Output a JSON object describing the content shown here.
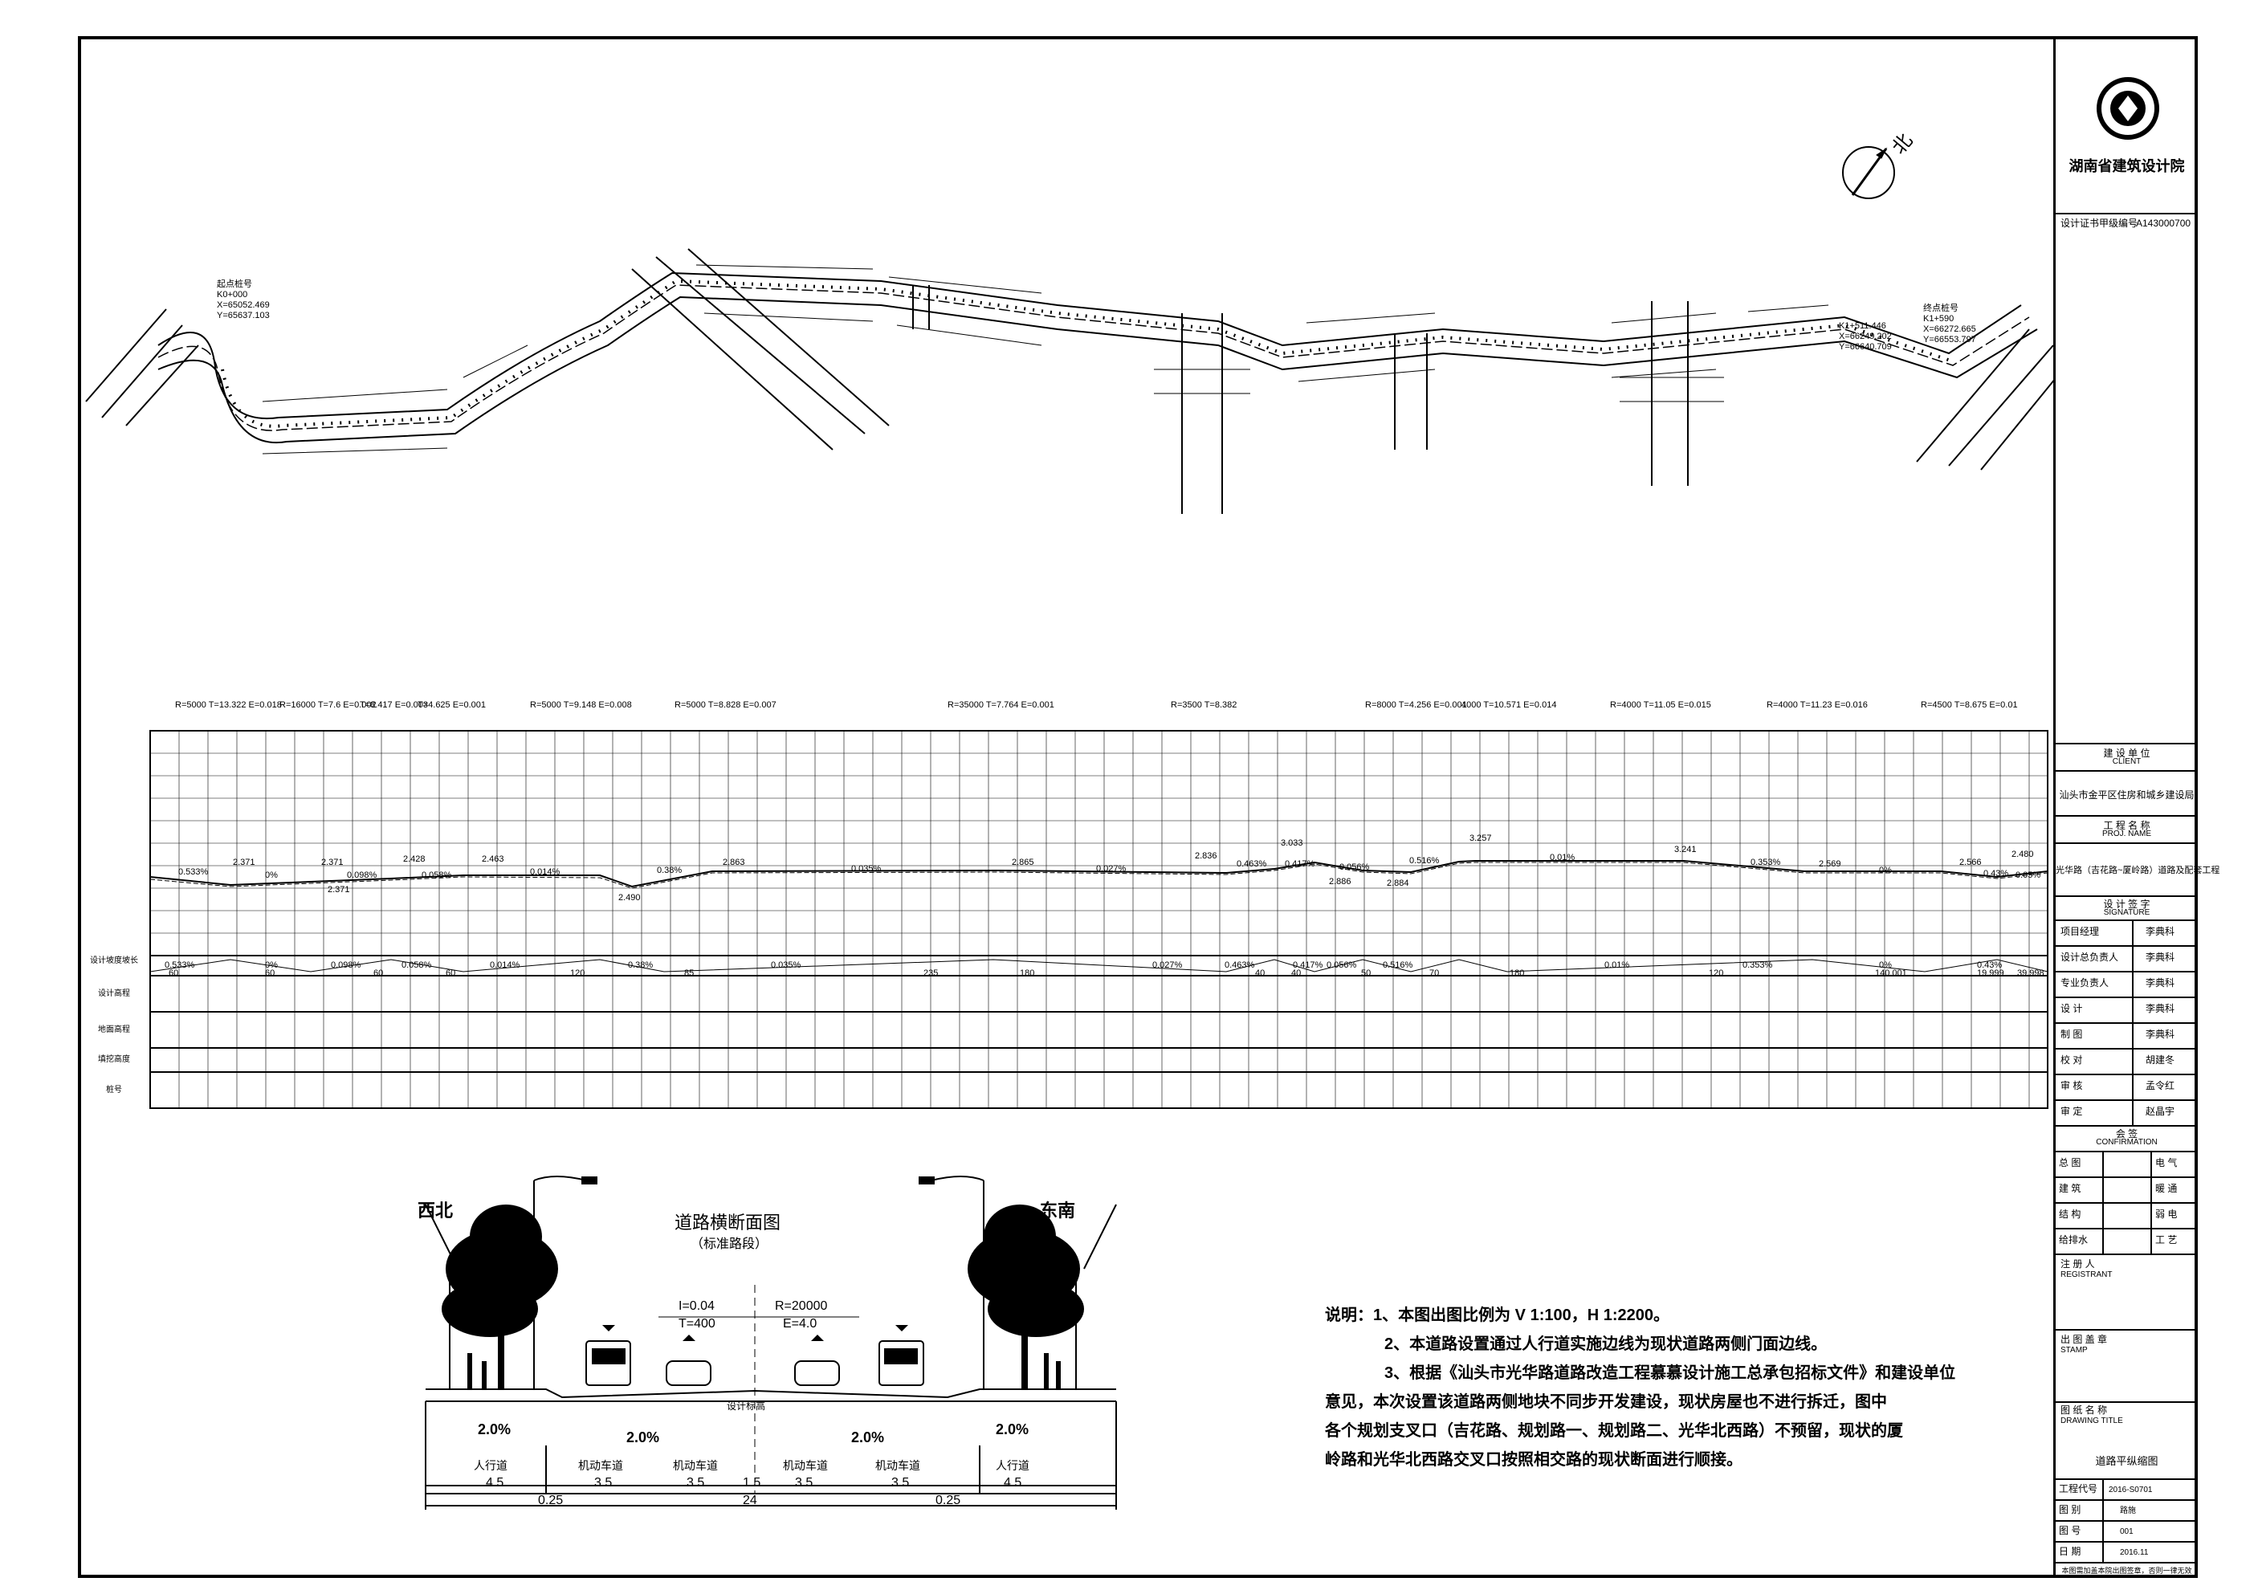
{
  "north_label": "北",
  "plan": {
    "start": {
      "lines": [
        "起点桩号",
        "K0+000",
        "X=65052.469",
        "Y=65637.103"
      ]
    },
    "end": {
      "lines": [
        "终点桩号",
        "K1+590",
        "X=66272.665",
        "Y=66553.797"
      ]
    },
    "mid": {
      "lines": [
        "K1+511.446",
        "X=66249.202",
        "Y=66640.709"
      ]
    }
  },
  "profile": {
    "curves": [
      "R=5000 T=13.322 E=0.018",
      "R=16000 T=7.6 E=0.002",
      "T=8.417 E=0.003",
      "T=4.625 E=0.001",
      "R=5000 T=9.148 E=0.008",
      "R=5000 T=8.828 E=0.007",
      "R=35000 T=7.764 E=0.001",
      "R=3500 T=8.382",
      "R=8000 T=4.256 E=0.001",
      "4000 T=10.571 E=0.014",
      "R=4000 T=11.05 E=0.015",
      "R=4000 T=11.23 E=0.016",
      "R=4500 T=8.675 E=0.01"
    ],
    "elev_labels": [
      "2.371",
      "2.371",
      "2.371",
      "2.428",
      "2.463",
      "2.490",
      "2.863",
      "2.865",
      "2.836",
      "3.033",
      "2.886",
      "2.884",
      "3.257",
      "3.241",
      "2.569",
      "2.566",
      "2.480"
    ],
    "grades": [
      "0.533%",
      "0%",
      "0.098%",
      "0.058%",
      "0.014%",
      "0.38%",
      "0.035%",
      "0.027%",
      "0.463%",
      "0.417%",
      "0.056%",
      "0.516%",
      "0.01%",
      "0.353%",
      "0%",
      "0.43%",
      "0.05%"
    ],
    "lengths": [
      "60",
      "60",
      "60",
      "60",
      "120",
      "85",
      "235",
      "180",
      "40",
      "40",
      "50",
      "70",
      "180",
      "120",
      "140.001",
      "19.999",
      "39.998"
    ],
    "row_labels": [
      "设计坡度坡长",
      "设计高程",
      "地面高程",
      "填挖高度",
      "桩号"
    ]
  },
  "cross_section": {
    "title": "道路横断面图",
    "subtitle": "（标准路段）",
    "left_dir": "西北",
    "right_dir": "东南",
    "params_left": [
      "I=0.04",
      "T=400"
    ],
    "params_right": [
      "R=20000",
      "E=4.0"
    ],
    "slopes": [
      "2.0%",
      "2.0%",
      "2.0%",
      "2.0%"
    ],
    "lanes": [
      "人行道",
      "机动车道",
      "机动车道",
      "机动车道",
      "机动车道",
      "人行道"
    ],
    "lane_widths": [
      "4.5",
      "3.5",
      "3.5",
      "1.5",
      "3.5",
      "3.5",
      "4.5"
    ],
    "dims": [
      "0.25",
      "24",
      "0.25"
    ],
    "center_label": "设计标高"
  },
  "notes": [
    "说明：1、本图出图比例为 V 1:100，H 1:2200。",
    "2、本道路设置通过人行道实施边线为现状道路两侧门面边线。",
    "3、根据《汕头市光华路道路改造工程慕慕设计施工总承包招标文件》和建设单位",
    "意见，本次设置该道路两侧地块不同步开发建设，现状房屋也不进行拆迁，图中",
    "各个规划支叉口（吉花路、规划路一、规划路二、光华北西路）不预留，现状的厦",
    "岭路和光华北西路交叉口按照相交路的现状断面进行顺接。"
  ],
  "title_block": {
    "company": "湖南省建筑设计院",
    "cert_label": "设计证书甲级编号",
    "cert_no": "A143000700",
    "client_label": "建 设 单 位",
    "client_label_en": "CLIENT",
    "client": "汕头市金平区住房和城乡建设局",
    "project_label": "工 程 名 称",
    "project_label_en": "PROJ. NAME",
    "project": "光华路（吉花路~厦岭路）道路及配套工程",
    "signature_label": "设 计 签 字",
    "signature_label_en": "SIGNATURE",
    "roles": [
      {
        "role": "项目经理",
        "name": "李典科"
      },
      {
        "role": "设计总负责人",
        "name": "李典科"
      },
      {
        "role": "专业负责人",
        "name": "李典科"
      },
      {
        "role": "设 计",
        "name": "李典科"
      },
      {
        "role": "制 图",
        "name": "李典科"
      },
      {
        "role": "校 对",
        "name": "胡建冬"
      },
      {
        "role": "审 核",
        "name": "孟令红"
      },
      {
        "role": "审 定",
        "name": "赵晶宇"
      }
    ],
    "confirm_label": "会 签",
    "confirm_label_en": "CONFIRMATION",
    "disciplines": [
      "总 图",
      "电 气",
      "建 筑",
      "暖 通",
      "结 构",
      "弱 电",
      "给排水",
      "工 艺"
    ],
    "register_label": "注 册 人",
    "register_label_en": "REGISTRANT",
    "stamp_label": "出 图 盖 章",
    "stamp_label_en": "STAMP",
    "drawing_label": "图 纸 名 称",
    "drawing_label_en": "DRAWING TITLE",
    "drawing_title": "道路平纵缩图",
    "meta": [
      {
        "k": "工程代号",
        "v": "2016-S0701"
      },
      {
        "k": "图 别",
        "v": "路施"
      },
      {
        "k": "图 号",
        "v": "001"
      },
      {
        "k": "日 期",
        "v": "2016.11"
      }
    ],
    "footer": "本图需加盖本院出图签章，否则一律无效"
  }
}
